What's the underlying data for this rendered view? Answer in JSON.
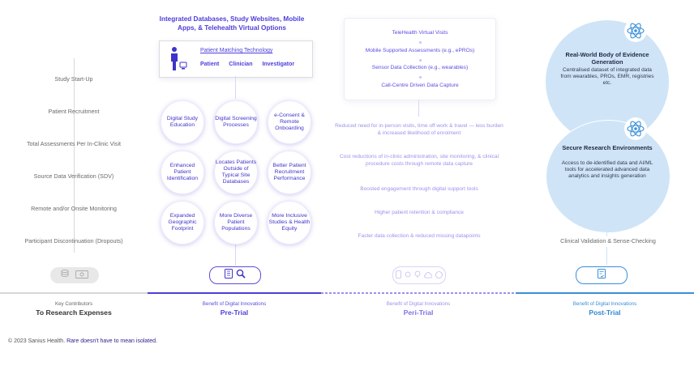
{
  "left": {
    "items": [
      "Study Start-Up",
      "Patient Recruitment",
      "Total Assessments Per In-Clinic Visit",
      "Source Data Verification (SDV)",
      "Remote and/or Onsite Monitoring",
      "Participant Discontinuation (Dropouts)"
    ],
    "caption_small": "Key Contributors",
    "caption_big": "To Research Expenses"
  },
  "pre": {
    "title": "Integrated Databases, Study Websites, Mobile Apps, & Telehealth Virtual Options",
    "pmt_title": "Patient Matching Technology",
    "roles": [
      "Patient",
      "Clinician",
      "Investigator"
    ],
    "circles": [
      "Digital Study Education",
      "Digital Screening Processes",
      "e-Consent & Remote Onboarding",
      "Enhanced Patient Identification",
      "Locates Patients Outside of Typical Site Databases",
      "Better Patient Recruitment Performance",
      "Expanded Geographic Footprint",
      "More Diverse Patient Populations",
      "More Inclusive Studies & Health Equity"
    ],
    "caption_small": "Benefit of Digital Innovations",
    "caption_big": "Pre-Trial"
  },
  "peri": {
    "items": [
      "TeleHealth Virtual Visits",
      "Mobile Supported Assessments (e.g., ePROs)",
      "Sensor Data Collection (e.g., wearables)",
      "Call-Centre Driven Data Capture"
    ],
    "benefits": [
      "Reduced need for in-person visits, time off work & travel — less burden & increased likelihood of enrolment",
      "Cost reductions of in-clinic administration, site monitoring, & clinical procedure costs through remote data capture",
      "Boosted engagement through digital support tools",
      "Higher patient retention & compliance",
      "Faster data collection & reduced missing datapoints"
    ],
    "caption_small": "Benefit of Digital Innovations",
    "caption_big": "Peri-Trial"
  },
  "post": {
    "bubble1_title": "Real-World Body of Evidence Generation",
    "bubble1_text": "Centralised dataset of integrated data from wearables, PROs, EMR, registries etc.",
    "bubble2_title": "Secure Research Environments",
    "bubble2_text": "Access to de-identified data and AI/ML tools for accelerated advanced data analytics and insights generation",
    "validation": "Clinical Validation & Sense-Checking",
    "caption_small": "Benefit of Digital Innovations",
    "caption_big": "Post-Trial"
  },
  "footer": {
    "copyright": "© 2023 Sanius Health.",
    "tagline": "Rare doesn't have to mean isolated."
  },
  "colors": {
    "pre_accent": "#4b3fd9",
    "peri_accent": "#9a93ea",
    "post_accent": "#3a8fd8",
    "bubble": "#cfe4f7"
  }
}
